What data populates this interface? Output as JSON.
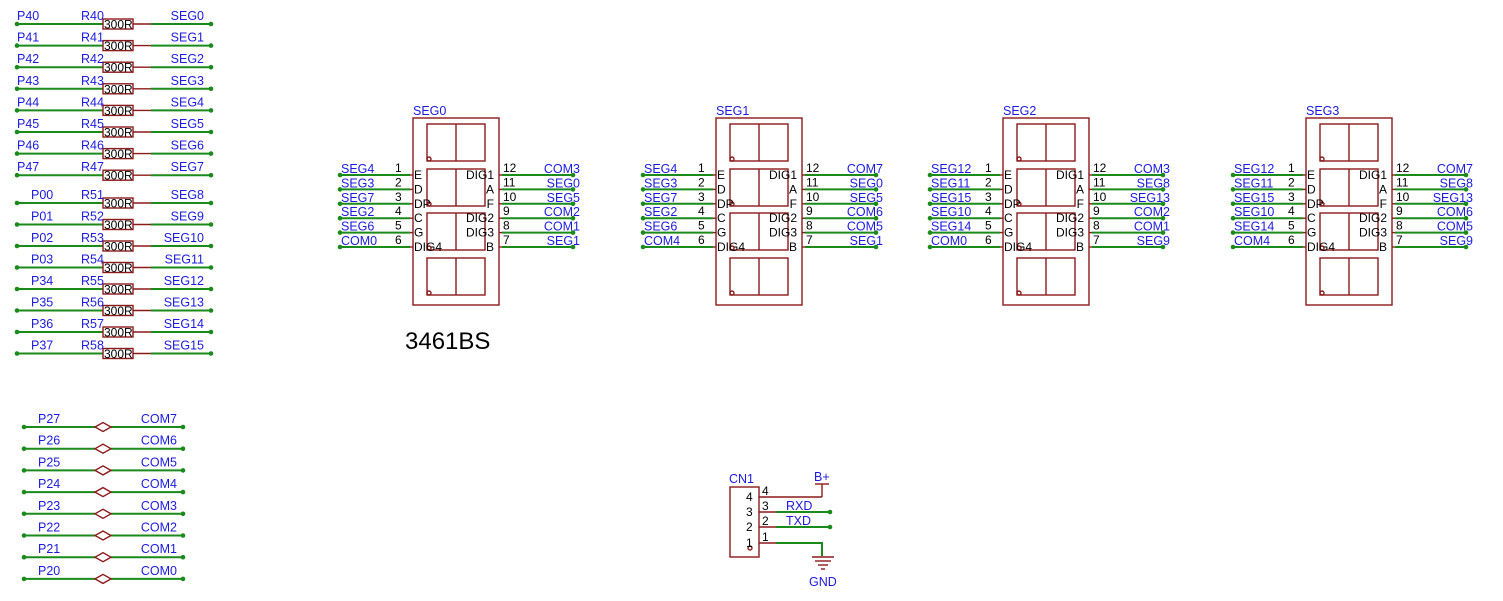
{
  "colors": {
    "net": "#1b1be0",
    "wire": "#1a8a1a",
    "component": "#8b1a1a",
    "pin_text": "#000000",
    "background": "#ffffff"
  },
  "resistors": [
    {
      "port": "P40",
      "ref": "R40",
      "value": "300R",
      "net": "SEG0"
    },
    {
      "port": "P41",
      "ref": "R41",
      "value": "300R",
      "net": "SEG1"
    },
    {
      "port": "P42",
      "ref": "R42",
      "value": "300R",
      "net": "SEG2"
    },
    {
      "port": "P43",
      "ref": "R43",
      "value": "300R",
      "net": "SEG3"
    },
    {
      "port": "P44",
      "ref": "R44",
      "value": "300R",
      "net": "SEG4"
    },
    {
      "port": "P45",
      "ref": "R45",
      "value": "300R",
      "net": "SEG5"
    },
    {
      "port": "P46",
      "ref": "R46",
      "value": "300R",
      "net": "SEG6"
    },
    {
      "port": "P47",
      "ref": "R47",
      "value": "300R",
      "net": "SEG7"
    },
    {
      "port": "P00",
      "ref": "R51",
      "value": "300R",
      "net": "SEG8"
    },
    {
      "port": "P01",
      "ref": "R52",
      "value": "300R",
      "net": "SEG9"
    },
    {
      "port": "P02",
      "ref": "R53",
      "value": "300R",
      "net": "SEG10"
    },
    {
      "port": "P03",
      "ref": "R54",
      "value": "300R",
      "net": "SEG11"
    },
    {
      "port": "P34",
      "ref": "R55",
      "value": "300R",
      "net": "SEG12"
    },
    {
      "port": "P35",
      "ref": "R56",
      "value": "300R",
      "net": "SEG13"
    },
    {
      "port": "P36",
      "ref": "R57",
      "value": "300R",
      "net": "SEG14"
    },
    {
      "port": "P37",
      "ref": "R58",
      "value": "300R",
      "net": "SEG15"
    }
  ],
  "links": [
    {
      "port": "P27",
      "net": "COM7"
    },
    {
      "port": "P26",
      "net": "COM6"
    },
    {
      "port": "P25",
      "net": "COM5"
    },
    {
      "port": "P24",
      "net": "COM4"
    },
    {
      "port": "P23",
      "net": "COM3"
    },
    {
      "port": "P22",
      "net": "COM2"
    },
    {
      "port": "P21",
      "net": "COM1"
    },
    {
      "port": "P20",
      "net": "COM0"
    }
  ],
  "part_number": "3461BS",
  "pin_labels_left": [
    "E",
    "D",
    "DP",
    "C",
    "G",
    "DIG4"
  ],
  "pin_numbers_left": [
    "1",
    "2",
    "3",
    "4",
    "5",
    "6"
  ],
  "pin_labels_right": [
    "DIG1",
    "A",
    "F",
    "DIG2",
    "DIG3",
    "B"
  ],
  "pin_numbers_right": [
    "12",
    "11",
    "10",
    "9",
    "8",
    "7"
  ],
  "displays": [
    {
      "designator": "SEG0",
      "left_nets": [
        "SEG4",
        "SEG3",
        "SEG7",
        "SEG2",
        "SEG6",
        "COM0"
      ],
      "right_nets": [
        "COM3",
        "SEG0",
        "SEG5",
        "COM2",
        "COM1",
        "SEG1"
      ]
    },
    {
      "designator": "SEG1",
      "left_nets": [
        "SEG4",
        "SEG3",
        "SEG7",
        "SEG2",
        "SEG6",
        "COM4"
      ],
      "right_nets": [
        "COM7",
        "SEG0",
        "SEG5",
        "COM6",
        "COM5",
        "SEG1"
      ]
    },
    {
      "designator": "SEG2",
      "left_nets": [
        "SEG12",
        "SEG11",
        "SEG15",
        "SEG10",
        "SEG14",
        "COM0"
      ],
      "right_nets": [
        "COM3",
        "SEG8",
        "SEG13",
        "COM2",
        "COM1",
        "SEG9"
      ]
    },
    {
      "designator": "SEG3",
      "left_nets": [
        "SEG12",
        "SEG11",
        "SEG15",
        "SEG10",
        "SEG14",
        "COM4"
      ],
      "right_nets": [
        "COM7",
        "SEG8",
        "SEG13",
        "COM6",
        "COM5",
        "SEG9"
      ]
    }
  ],
  "connector": {
    "designator": "CN1",
    "pins": [
      "4",
      "3",
      "2",
      "1"
    ],
    "body_pins": [
      "4",
      "3",
      "2",
      "1"
    ],
    "nets": {
      "power": "B+",
      "rxd": "RXD",
      "txd": "TXD",
      "ground": "GND"
    }
  }
}
